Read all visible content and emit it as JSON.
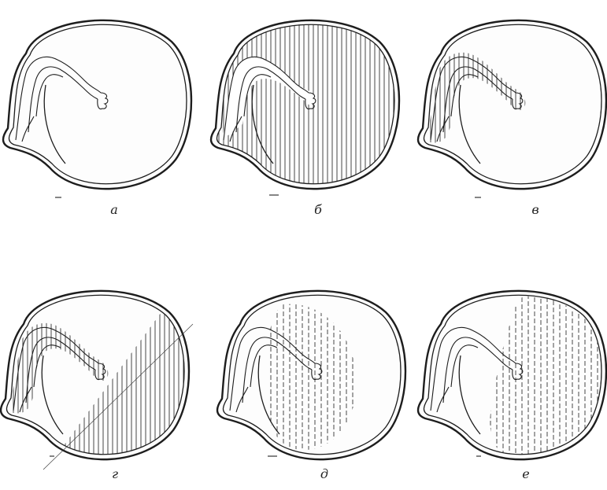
{
  "figure": {
    "panels": [
      {
        "id": "a",
        "caption": "а",
        "shading": "none"
      },
      {
        "id": "b",
        "caption": "б",
        "shading": "full"
      },
      {
        "id": "v",
        "caption": "в",
        "shading": "embryo-only"
      },
      {
        "id": "g",
        "caption": "г",
        "shading": "diagonal-half"
      },
      {
        "id": "d",
        "caption": "д",
        "shading": "central-patchy"
      },
      {
        "id": "e",
        "caption": "е",
        "shading": "right-patchy"
      }
    ]
  }
}
